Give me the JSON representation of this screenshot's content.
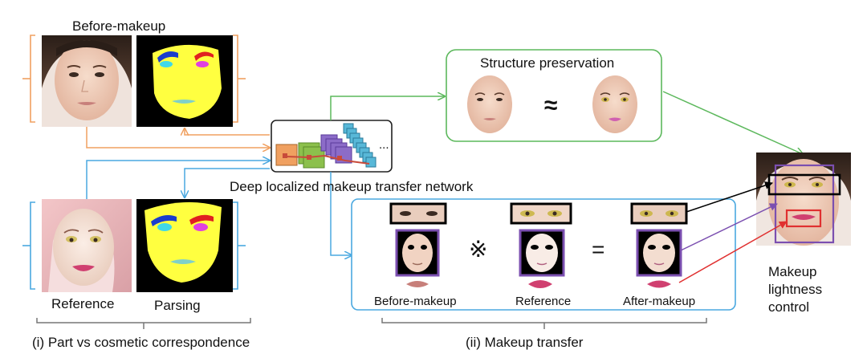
{
  "labels": {
    "before_makeup_top": "Before-makeup",
    "structure_preservation": "Structure preservation",
    "approx_symbol": "≈",
    "network_caption": "Deep  localized makeup transfer network",
    "network_ellipsis": "...",
    "reference": "Reference",
    "parsing": "Parsing",
    "part_correspondence": "(i) Part vs cosmetic correspondence",
    "makeup_transfer": "(ii) Makeup transfer",
    "before_makeup_bottom": "Before-makeup",
    "reference_bottom": "Reference",
    "after_makeup": "After-makeup",
    "transfer_operator": "※",
    "equals_sign": "=",
    "lightness_line1": "Makeup",
    "lightness_line2": "lightness",
    "lightness_line3": "control"
  },
  "colors": {
    "orange": "#f0a060",
    "blue": "#4aa8e0",
    "green": "#5cb85c",
    "purple": "#7b4fb0",
    "red": "#e03030",
    "parsing_yellow": "#ffff40",
    "brow_blue": "#1a3ccc",
    "eye_cyan": "#40d8e8",
    "eye_magenta": "#e040e0",
    "brow_red": "#e02020",
    "lip_teal": "#80d0c8"
  }
}
